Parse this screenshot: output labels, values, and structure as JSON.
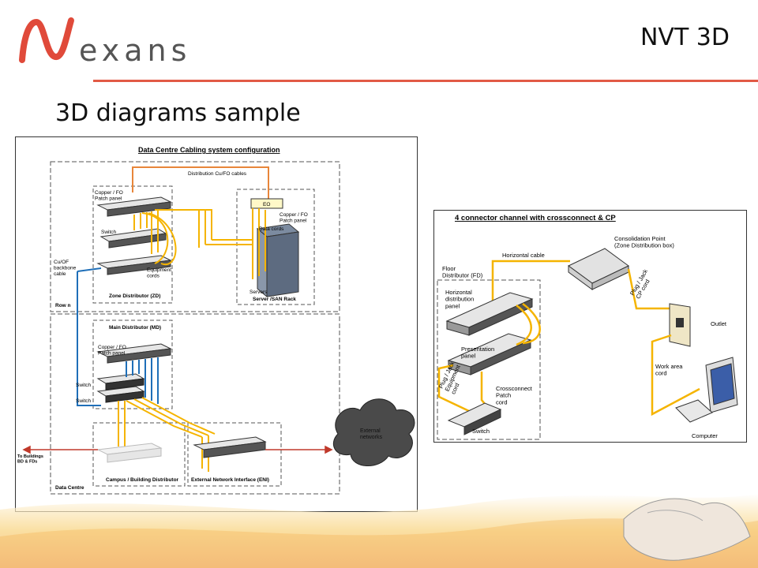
{
  "brand": {
    "name": "exans",
    "accent": "#e04a3a",
    "rule_color": "#e25a45"
  },
  "header": {
    "title": "NVT 3D"
  },
  "slide": {
    "title": "3D diagrams sample"
  },
  "left_diagram": {
    "title": "Data Centre Cabling system configuration",
    "labels": {
      "distribution_cables": "Distribution Cu/FO cables",
      "zd_patch_panel": "Copper / FO\nPatch panel",
      "zd_switch": "Switch",
      "equipment_cords": "Equipment\ncords",
      "zone_distributor": "Zone Distributor (ZD)",
      "backbone": "Cu/OF\nbackbone\ncable",
      "row": "Row n",
      "eo": "EO",
      "rack_patch_panel": "Copper / FO\nPatch panel",
      "data_cords": "Data cords",
      "servers": "Servers",
      "server_rack": "Server /SAN Rack",
      "main_distributor": "Main Distributor (MD)",
      "md_patch_panel": "Copper / FO\nPatch panel",
      "md_switch_1": "Switch",
      "md_switch_2": "Switch",
      "external_networks": "External\nnetworks",
      "to_buildings": "To Buildings\nBD & FDs",
      "campus_distributor": "Campus / Building Distributor",
      "eni": "External Network Interface (ENI)",
      "data_centre": "Data Centre"
    }
  },
  "right_diagram": {
    "title": "4 connector channel with crossconnect & CP",
    "labels": {
      "consolidation_point": "Consolidation Point\n(Zone Distribution box)",
      "horizontal_cable": "Horizontal cable",
      "floor_distributor": "Floor\nDistributor (FD)",
      "horizontal_panel": "Horizontal\ndistribution\npanel",
      "cp_cord": "Plug / Jack\nCP cord",
      "outlet": "Outlet",
      "presentation_panel": "Presentation\npanel",
      "work_area_cord": "Work area\ncord",
      "equipment_cord": "Plug / Jack\nEquipment\ncord",
      "crossconnect": "Crossconnect\nPatch\ncord",
      "switch": "Switch",
      "computer": "Computer"
    }
  },
  "colors": {
    "copper": "#f5b400",
    "fiber": "#1f6fb8",
    "orange": "#e8863a",
    "red": "#c0392b",
    "gray": "#9a9a9a"
  }
}
